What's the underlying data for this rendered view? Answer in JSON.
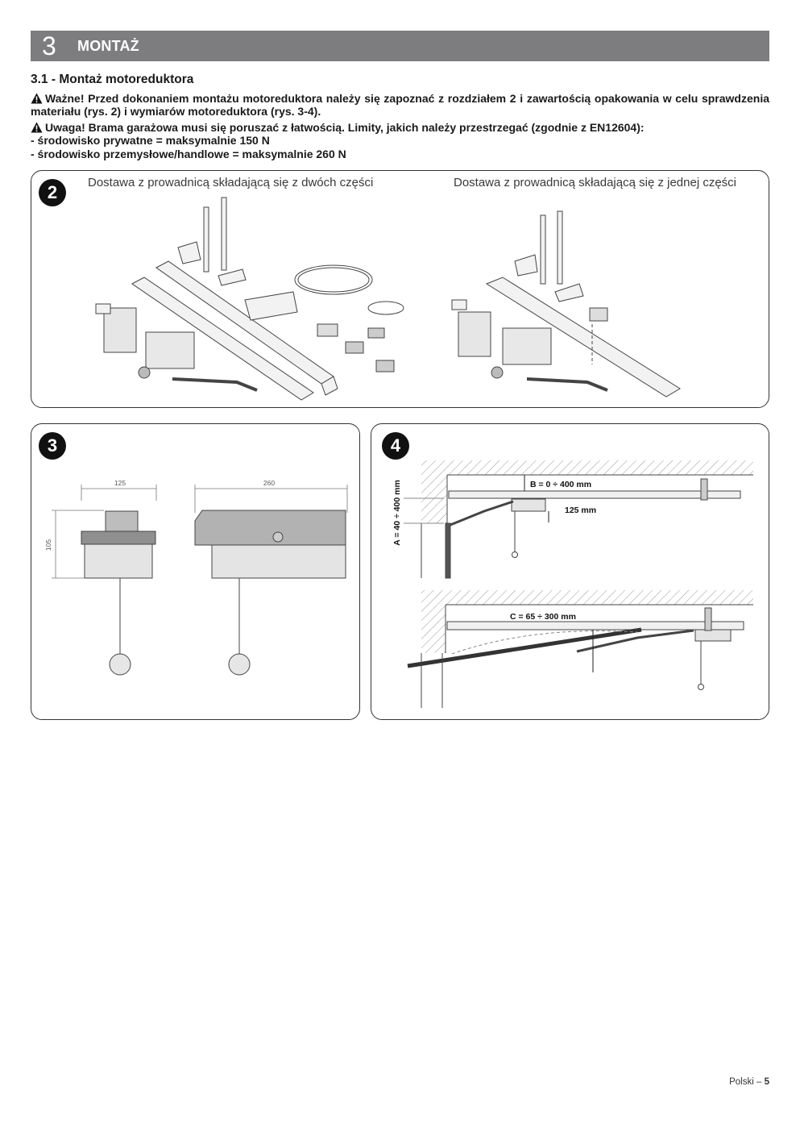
{
  "header": {
    "number": "3",
    "title": "MONTAŻ"
  },
  "section": {
    "title": "3.1 - Montaż motoreduktora"
  },
  "important_note": "Ważne! Przed dokonaniem montażu motoreduktora należy się zapoznać z rozdziałem 2 i zawartością opakowania w celu sprawdzenia materiału (rys. 2) i wymiarów motoreduktora (rys. 3-4).",
  "caution_note": "Uwaga! Brama garażowa musi się poruszać z łatwością. Limity, jakich należy przestrzegać (zgodnie z EN12604):",
  "limits": [
    "- środowisko prywatne = maksymalnie 150 N",
    "- środowisko przemysłowe/handlowe = maksymalnie 260 N"
  ],
  "figure2": {
    "number": "2",
    "caption_left": "Dostawa z prowadnicą składającą się z dwóch części",
    "caption_right": "Dostawa z prowadnicą składającą się z jednej części"
  },
  "figure3": {
    "number": "3",
    "dim_width_front": "125",
    "dim_width_side": "260",
    "dim_height": "105"
  },
  "figure4": {
    "number": "4",
    "label_a": "A = 40 ÷ 400 mm",
    "label_b": "B = 0 ÷ 400 mm",
    "label_125": "125 mm",
    "label_c": "C = 65 ÷ 300 mm"
  },
  "footer": {
    "language": "Polski –",
    "page": "5"
  }
}
